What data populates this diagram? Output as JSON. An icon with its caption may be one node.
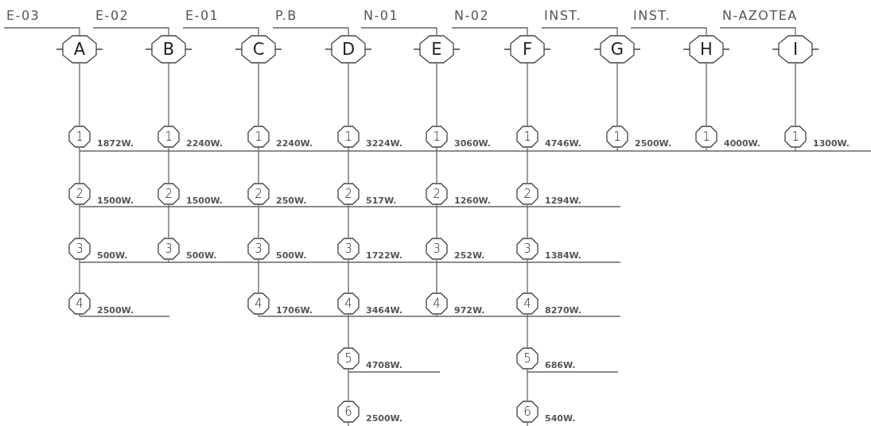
{
  "diagram": {
    "nodes": [
      {
        "text": [
          "A"
        ]
      },
      {
        "text": [
          "B"
        ]
      },
      {
        "text": [
          "C"
        ]
      },
      {
        "text": [
          "D"
        ]
      },
      {
        "text": [
          "E"
        ]
      },
      {
        "text": [
          "F"
        ]
      },
      {
        "text": [
          "G"
        ]
      },
      {
        "text": [
          "H"
        ]
      },
      {
        "text": [
          "I"
        ]
      },
      {
        "text": [
          "1"
        ],
        "beside": [
          "1872W."
        ]
      },
      {
        "text": [
          "1"
        ],
        "beside": [
          "2240W."
        ]
      },
      {
        "text": [
          "1"
        ],
        "beside": [
          "2240W."
        ]
      },
      {
        "text": [
          "1"
        ],
        "beside": [
          "3224W."
        ]
      },
      {
        "text": [
          "1"
        ],
        "beside": [
          "3060W."
        ]
      },
      {
        "text": [
          "1"
        ],
        "beside": [
          "4746W."
        ]
      },
      {
        "text": [
          "1"
        ],
        "beside": [
          "2500W."
        ]
      },
      {
        "text": [
          "1"
        ],
        "beside": [
          "4000W."
        ]
      },
      {
        "text": [
          "1"
        ],
        "beside": [
          "1300W."
        ]
      },
      {
        "text": [
          "2"
        ],
        "beside": [
          "1500W."
        ]
      },
      {
        "text": [
          "2"
        ],
        "beside": [
          "1500W."
        ]
      },
      {
        "text": [
          "2"
        ],
        "beside": [
          "250W."
        ]
      },
      {
        "text": [
          "2"
        ],
        "beside": [
          "517W."
        ]
      },
      {
        "text": [
          "2"
        ],
        "beside": [
          "1260W."
        ]
      },
      {
        "text": [
          "2"
        ],
        "beside": [
          "1294W."
        ]
      },
      {
        "text": [
          "3"
        ],
        "beside": [
          "500W."
        ]
      },
      {
        "text": [
          "3"
        ],
        "beside": [
          "500W."
        ]
      },
      {
        "text": [
          "3"
        ],
        "beside": [
          "500W."
        ]
      },
      {
        "text": [
          "3"
        ],
        "beside": [
          "1722W."
        ]
      },
      {
        "text": [
          "3"
        ],
        "beside": [
          "252W."
        ]
      },
      {
        "text": [
          "3"
        ],
        "beside": [
          "1384W."
        ]
      },
      {
        "text": [
          "4"
        ],
        "beside": [
          "2500W."
        ]
      },
      {
        "text": [
          "4"
        ],
        "beside": [
          "1706W."
        ]
      },
      {
        "text": [
          "4"
        ],
        "beside": [
          "3464W."
        ]
      },
      {
        "text": [
          "4"
        ],
        "beside": [
          "972W."
        ]
      },
      {
        "text": [
          "4"
        ],
        "beside": [
          "8270W."
        ]
      },
      {
        "text": [
          "5"
        ],
        "beside": [
          "4708W."
        ]
      },
      {
        "text": [
          "5"
        ],
        "beside": [
          "686W."
        ]
      },
      {
        "text": [
          "6"
        ],
        "beside": [
          "2500W."
        ]
      },
      {
        "text": [
          "6"
        ],
        "beside": [
          "540W."
        ]
      }
    ],
    "edges": [
      {
        "from": 0,
        "to": 9,
        "arrow": "none"
      },
      {
        "from": 1,
        "to": 10,
        "arrow": "none"
      },
      {
        "from": 2,
        "to": 11,
        "arrow": "none"
      },
      {
        "from": 3,
        "to": 12,
        "arrow": "none"
      },
      {
        "from": 4,
        "to": 13,
        "arrow": "none"
      },
      {
        "from": 5,
        "to": 14,
        "arrow": "none"
      },
      {
        "from": 6,
        "to": 15,
        "arrow": "none"
      },
      {
        "from": 7,
        "to": 16,
        "arrow": "none"
      },
      {
        "from": 8,
        "to": 17,
        "arrow": "none"
      },
      {
        "from": 9,
        "to": 18,
        "arrow": "none"
      },
      {
        "from": 18,
        "to": 24,
        "arrow": "none"
      },
      {
        "from": 24,
        "to": 30,
        "arrow": "none"
      },
      {
        "from": 10,
        "to": 19,
        "arrow": "none"
      },
      {
        "from": 19,
        "to": 25,
        "arrow": "none"
      },
      {
        "from": 11,
        "to": 20,
        "arrow": "none"
      },
      {
        "from": 20,
        "to": 26,
        "arrow": "none"
      },
      {
        "from": 26,
        "to": 31,
        "arrow": "none"
      },
      {
        "from": 12,
        "to": 21,
        "arrow": "none"
      },
      {
        "from": 21,
        "to": 27,
        "arrow": "none"
      },
      {
        "from": 27,
        "to": 32,
        "arrow": "none"
      },
      {
        "from": 32,
        "to": 35,
        "arrow": "none"
      },
      {
        "from": 35,
        "to": 37,
        "arrow": "none"
      },
      {
        "from": 13,
        "to": 22,
        "arrow": "none"
      },
      {
        "from": 22,
        "to": 28,
        "arrow": "none"
      },
      {
        "from": 28,
        "to": 33,
        "arrow": "none"
      },
      {
        "from": 14,
        "to": 23,
        "arrow": "none"
      },
      {
        "from": 23,
        "to": 29,
        "arrow": "none"
      },
      {
        "from": 29,
        "to": 34,
        "arrow": "none"
      },
      {
        "from": 34,
        "to": 36,
        "arrow": "none"
      },
      {
        "from": 36,
        "to": 38,
        "arrow": "none"
      }
    ],
    "labels": [
      "E-03",
      "E-02",
      "E-01",
      "P.B",
      "N-01",
      "N-02",
      "INST.",
      "INST.",
      "N-AZOTEA"
    ]
  }
}
